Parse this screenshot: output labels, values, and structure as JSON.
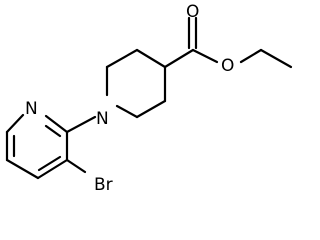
{
  "molecule": {
    "atoms": {
      "n_pyridine": "N",
      "n_piperidine": "N",
      "o_carbonyl": "O",
      "o_ester": "O",
      "br": "Br"
    }
  },
  "colors": {
    "background": "#ffffff",
    "bond": "#000000",
    "label": "#000000"
  }
}
